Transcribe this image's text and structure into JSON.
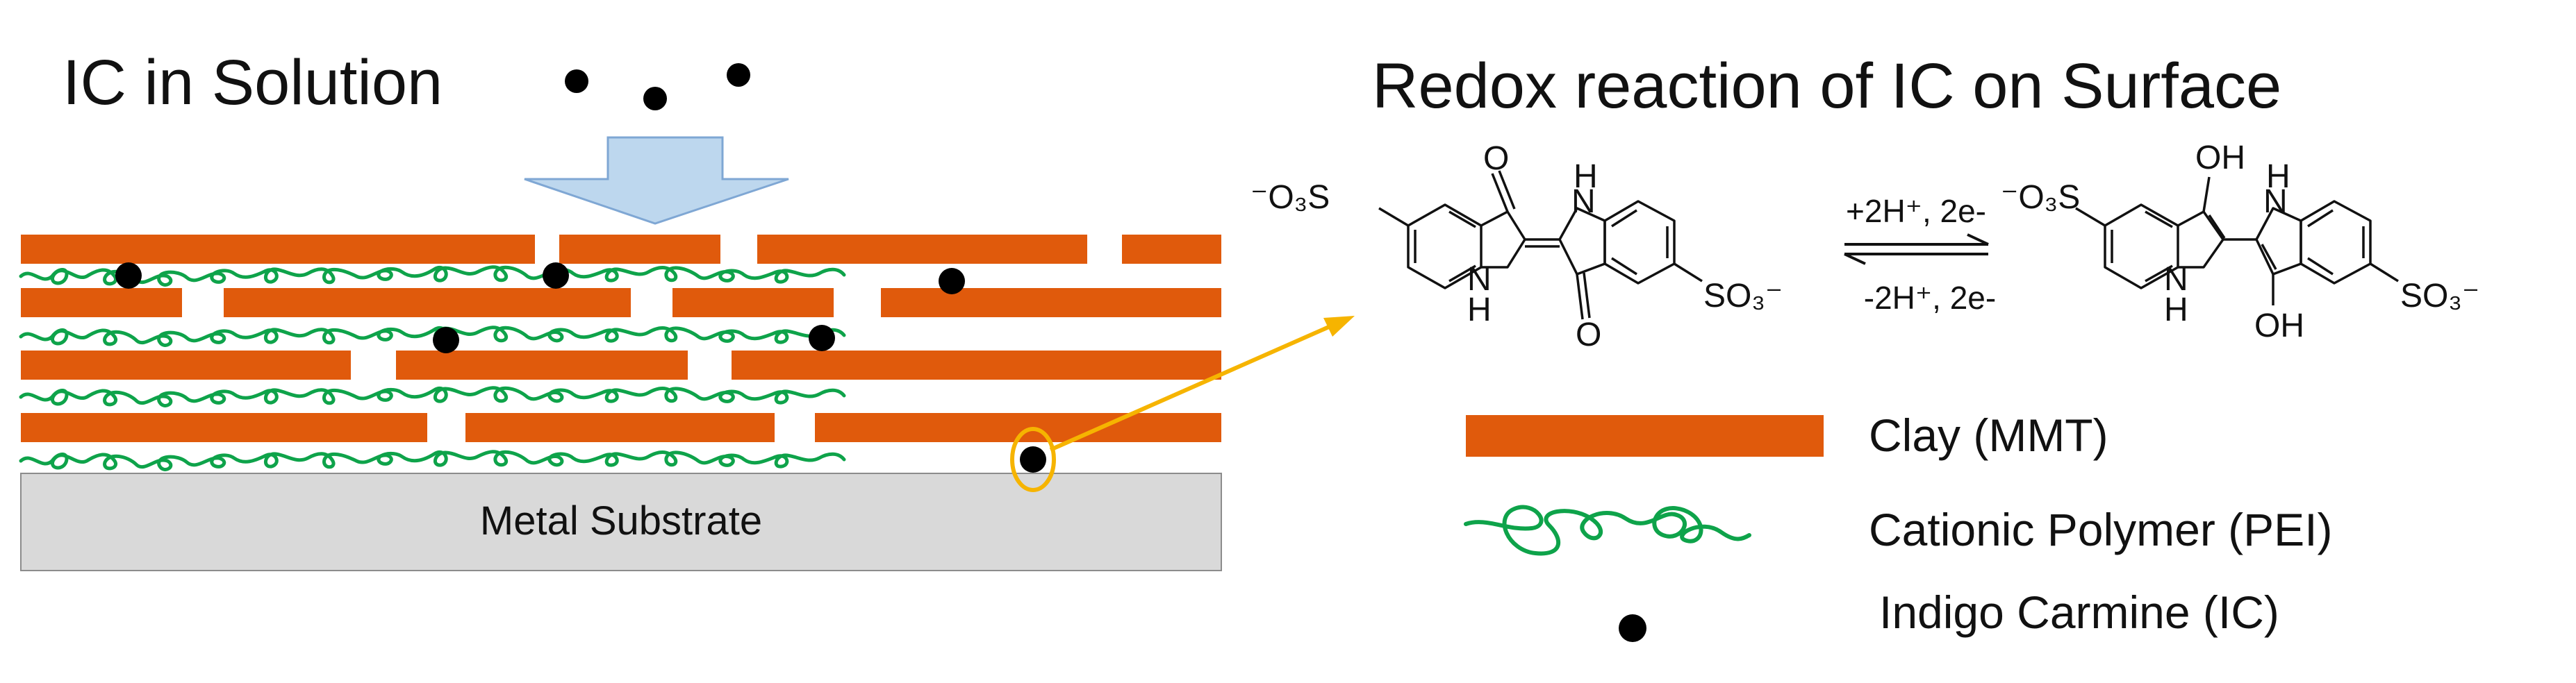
{
  "left_title": "IC in Solution",
  "substrate_label": "Metal Substrate",
  "right_title": "Redox reaction of IC on Surface",
  "reaction": {
    "forward": "+2H⁺, 2e-",
    "reverse": "-2H⁺, 2e-"
  },
  "molecule": {
    "sulfonate_left": "⁻O₃S",
    "sulfonate_right": "SO₃⁻",
    "oxo_top": "O",
    "oxo_bottom": "O",
    "amine_top": "H",
    "amine_top_n": "N",
    "amine_bottom_n": "N",
    "amine_bottom": "H",
    "hydroxyl_top": "OH",
    "hydroxyl_bottom": "OH"
  },
  "legend": {
    "clay": "Clay (MMT)",
    "polymer": "Cationic Polymer (PEI)",
    "ic": "Indigo Carmine (IC)"
  },
  "colors": {
    "clay": "#E05A0C",
    "polymer": "#0EA34A",
    "ic": "#000000",
    "arrow_fill": "#BDD7EE",
    "arrow_stroke": "#7FA7D4",
    "highlight": "#F6B400",
    "substrate": "#D9D9D9"
  }
}
